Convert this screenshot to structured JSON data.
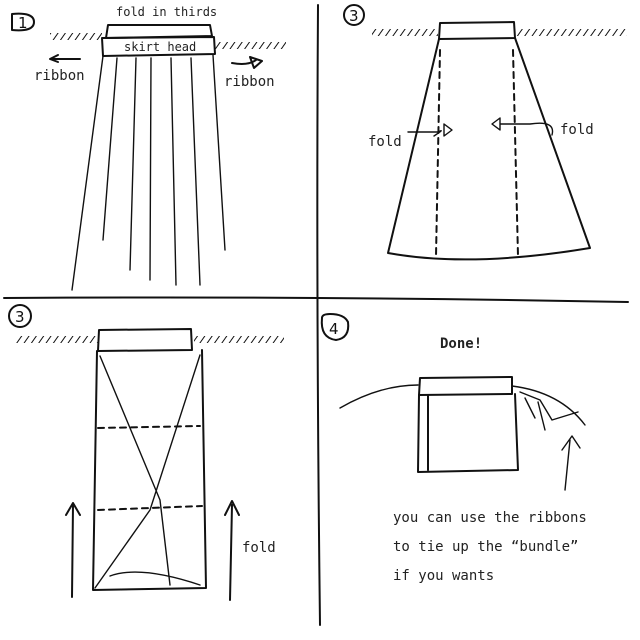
{
  "panels": [
    {
      "step": "1",
      "labels": {
        "top": "fold in thirds",
        "head": "skirt head",
        "ribbon_left": "ribbon",
        "ribbon_right": "ribbon"
      }
    },
    {
      "step": "3",
      "labels": {
        "fold_left": "fold",
        "fold_right": "fold"
      }
    },
    {
      "step": "3",
      "labels": {
        "fold": "fold"
      }
    },
    {
      "step": "4",
      "labels": {
        "title": "Done!",
        "note": [
          "you can use the ribbons",
          "to tie up the “bundle”",
          "if you wants"
        ]
      }
    }
  ]
}
